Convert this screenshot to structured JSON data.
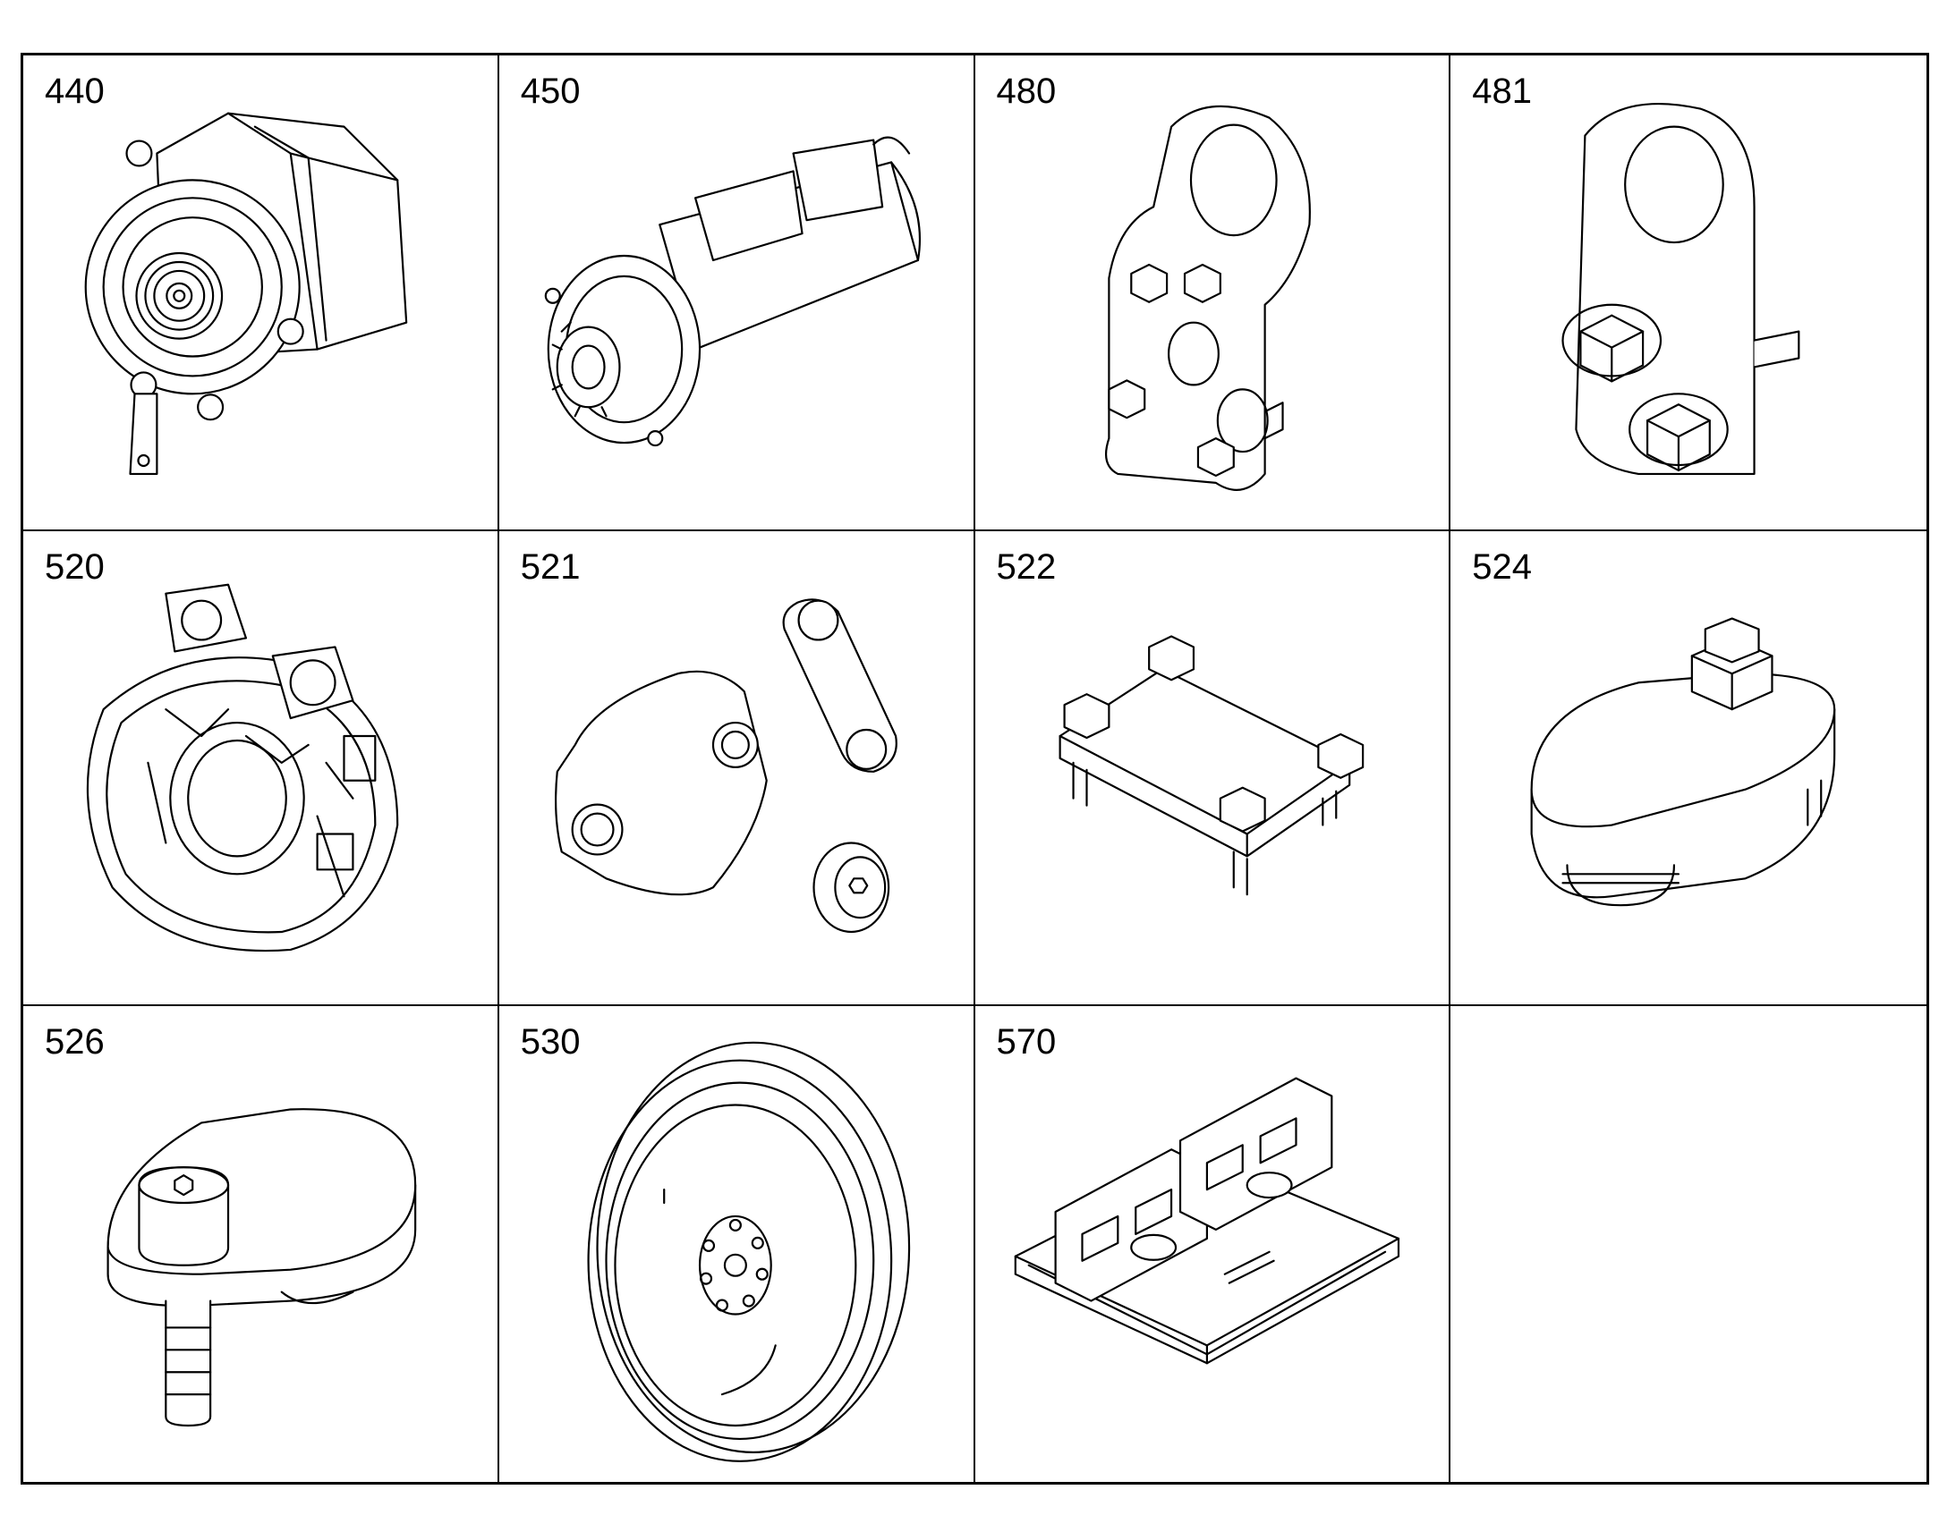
{
  "cells": [
    {
      "label": "440",
      "icon": "alternator-icon"
    },
    {
      "label": "450",
      "icon": "starter-motor-icon"
    },
    {
      "label": "480",
      "icon": "lifting-bracket-icon"
    },
    {
      "label": "481",
      "icon": "lifting-eye-icon"
    },
    {
      "label": "520",
      "icon": "flywheel-housing-icon"
    },
    {
      "label": "521",
      "icon": "cover-plate-icon"
    },
    {
      "label": "522",
      "icon": "mounting-plate-icon"
    },
    {
      "label": "524",
      "icon": "cover-with-bolt-icon"
    },
    {
      "label": "526",
      "icon": "cover-with-socket-bolt-icon"
    },
    {
      "label": "530",
      "icon": "flywheel-icon"
    },
    {
      "label": "570",
      "icon": "control-unit-icon"
    },
    {
      "label": "",
      "icon": ""
    }
  ]
}
